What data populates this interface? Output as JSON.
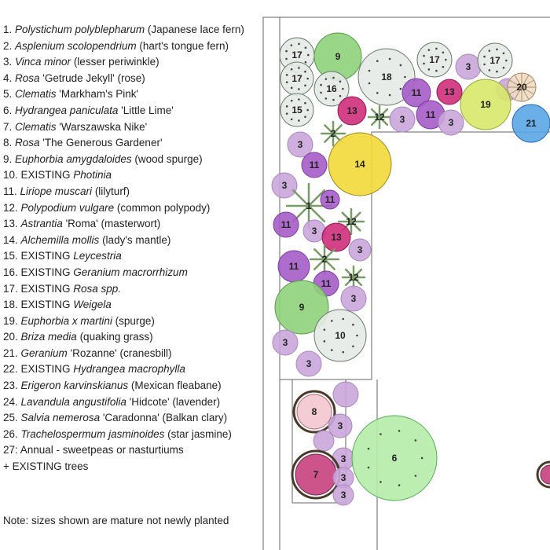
{
  "legend": {
    "items": [
      {
        "prefix": "1. ",
        "sci": "Polystichum polyblepharum",
        "common": " (Japanese lace fern)"
      },
      {
        "prefix": "2. ",
        "sci": "Asplenium scolopendrium",
        "common": " (hart's tongue fern)"
      },
      {
        "prefix": "3. ",
        "sci": "Vinca minor",
        "common": " (lesser periwinkle)"
      },
      {
        "prefix": "4. ",
        "sci": "Rosa",
        "common": " 'Getrude Jekyll' (rose)"
      },
      {
        "prefix": "5. ",
        "sci": "Clematis",
        "common": " 'Markham's Pink'"
      },
      {
        "prefix": "6. ",
        "sci": "Hydrangea paniculata",
        "common": " 'Little Lime'"
      },
      {
        "prefix": "7. ",
        "sci": "Clematis",
        "common": " 'Warszawska Nike'"
      },
      {
        "prefix": "8. ",
        "sci": "Rosa",
        "common": " 'The Generous Gardener'"
      },
      {
        "prefix": "9. ",
        "sci": "Euphorbia amygdaloides",
        "common": " (wood spurge)"
      },
      {
        "prefix": "10. EXISTING ",
        "sci": "Photinia",
        "common": ""
      },
      {
        "prefix": "11. ",
        "sci": "Liriope muscari",
        "common": " (lilyturf)"
      },
      {
        "prefix": "12. ",
        "sci": "Polypodium vulgare",
        "common": " (common polypody)"
      },
      {
        "prefix": "13. ",
        "sci": "Astrantia",
        "common": " 'Roma' (masterwort)"
      },
      {
        "prefix": "14. ",
        "sci": "Alchemilla mollis",
        "common": " (lady's mantle)"
      },
      {
        "prefix": "15. EXISTING ",
        "sci": "Leycestria",
        "common": ""
      },
      {
        "prefix": "16. EXISTING ",
        "sci": "Geranium macrorrhizum",
        "common": ""
      },
      {
        "prefix": "17. EXISTING ",
        "sci": "Rosa spp.",
        "common": ""
      },
      {
        "prefix": "18. EXISTING ",
        "sci": "Weigela",
        "common": ""
      },
      {
        "prefix": "19. ",
        "sci": "Euphorbia x martini",
        "common": " (spurge)"
      },
      {
        "prefix": "20. ",
        "sci": "Briza media",
        "common": " (quaking grass)"
      },
      {
        "prefix": "21. ",
        "sci": "Geranium",
        "common": " 'Rozanne' (cranesbill)"
      },
      {
        "prefix": "22. EXISTING ",
        "sci": "Hydrangea macrophylla",
        "common": ""
      },
      {
        "prefix": "23. ",
        "sci": "Erigeron karvinskianus",
        "common": " (Mexican fleabane)"
      },
      {
        "prefix": "24. ",
        "sci": "Lavandula angustifolia",
        "common": " 'Hidcote' (lavender)"
      },
      {
        "prefix": "25. ",
        "sci": "Salvia nemerosa",
        "common": " 'Caradonna' (Balkan clary)"
      },
      {
        "prefix": "26. ",
        "sci": "Trachelospermum jasminoides",
        "common": " (star jasmine)"
      },
      {
        "prefix": "27: Annual - sweetpeas or nasturtiums",
        "sci": "",
        "common": ""
      },
      {
        "prefix": "+ EXISTING trees",
        "sci": "",
        "common": ""
      }
    ],
    "note": "Note: sizes shown are mature not newly planted"
  },
  "plan": {
    "labels": [
      "1",
      "2",
      "3",
      "6",
      "7",
      "8",
      "9",
      "10",
      "11",
      "12",
      "13",
      "14",
      "15",
      "16",
      "17",
      "18",
      "19",
      "20",
      "21"
    ],
    "colors": {
      "fern_green": "#7a9a6a",
      "vinca_purple": "#c9a6d9",
      "liriope_purple": "#a55cc6",
      "astrantia_magenta": "#cf2f7a",
      "alchemilla_yellow": "#f2d93a",
      "euphorbia_green": "#8fd27a",
      "euphorbia_lime": "#d8e86a",
      "existing_white": "#e6eae6",
      "hydrangea_green": "#b5ecaa",
      "clematis_magenta": "#c8407e",
      "rosa_pink": "#f3c6cf",
      "briza_tan": "#eedcc4",
      "geranium_blue": "#5aa6e6",
      "bed_outline": "#555555"
    }
  }
}
